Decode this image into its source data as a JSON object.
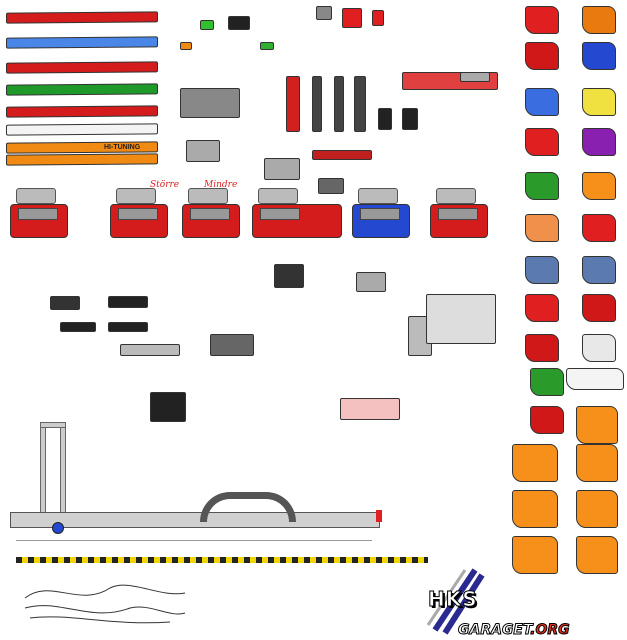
{
  "labels": {
    "hi_tuning": "HI-TUNING",
    "storre": "Större",
    "mindre": "Mindre",
    "hks_logo": "HKS",
    "garaget_main": "GARAGET",
    "garaget_suffix": ".ORG"
  },
  "stripes": [
    {
      "color": "#d41c1c"
    },
    {
      "color": "#4a86e8"
    },
    {
      "color": "#d41c1c"
    },
    {
      "color": "#1f9a2a"
    },
    {
      "color": "#d41c1c"
    },
    {
      "color": "#f4f4f4"
    },
    {
      "color": "#f08a12"
    },
    {
      "color": "#f08a12"
    }
  ],
  "panels_left": [
    "#e02020",
    "#d01818",
    "#3a6ee0",
    "#e02020",
    "#2a9a2a",
    "#f0904a",
    "#5a7ab0",
    "#e02020",
    "#d01818",
    "#2a9a2a",
    "#d01818",
    "#f6901a",
    "#f6901a",
    "#f6901a"
  ],
  "panels_right": [
    "#e87a10",
    "#2448d0",
    "#f0e040",
    "#8a20b0",
    "#f6901a",
    "#e02020",
    "#5a7ab0",
    "#d01818",
    "#e8e8e8",
    "#f4f4f4",
    "#f6901a",
    "#f6901a",
    "#f6901a",
    "#f6901a"
  ],
  "colors": {
    "accent_red": "#d41c1c",
    "engine_grey": "#b0b0b0",
    "engine_blue": "#2448d0",
    "hazard_yellow": "#f2d400",
    "trailer_grey": "#c8c8c8"
  }
}
